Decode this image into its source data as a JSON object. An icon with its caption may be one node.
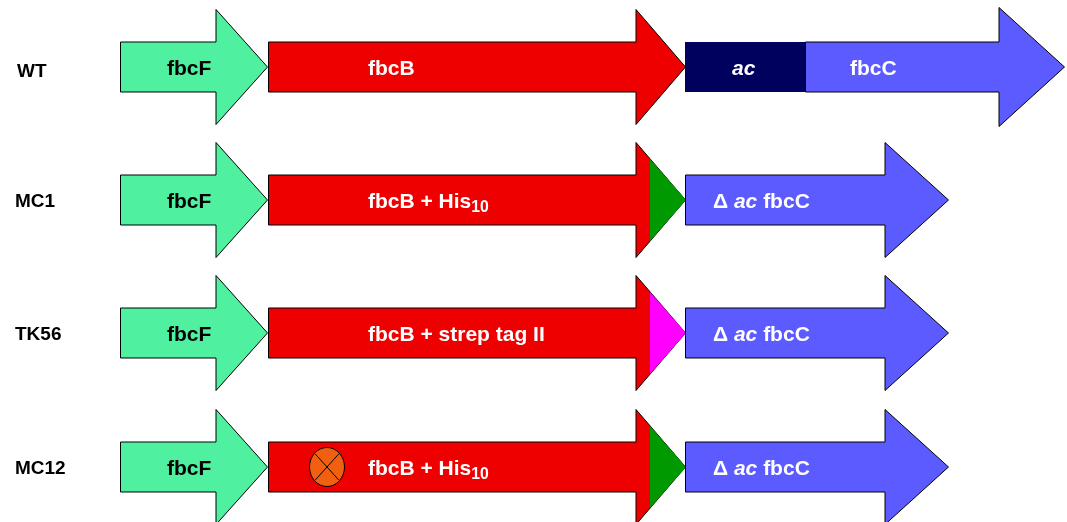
{
  "diagram": {
    "nodes": [
      {
        "text": [
          "fbcF"
        ]
      },
      {
        "text": [
          "fbcB"
        ]
      },
      {
        "text": [
          "ac"
        ]
      },
      {
        "text": [
          "fbcC"
        ]
      },
      {
        "text": [
          "fbcF"
        ]
      },
      {
        "text": [
          "fbcB + His$_{10}$"
        ]
      },
      {
        "text": [],
        "shape": "triangle",
        "in": 5
      },
      {
        "text": [
          "Δ *ac* fbcC"
        ]
      },
      {
        "text": [
          "fbcF"
        ]
      },
      {
        "text": [
          "fbcB + strep tag II"
        ]
      },
      {
        "text": [],
        "shape": "triangle",
        "in": 9
      },
      {
        "text": [
          "Δ *ac* fbcC"
        ]
      },
      {
        "text": [
          "fbcF"
        ]
      },
      {
        "text": [
          "fbcB + His$_{10}$"
        ]
      },
      {
        "text": [],
        "shape": "circle",
        "in": 13
      },
      {
        "text": [],
        "shape": "triangle",
        "in": 13
      },
      {
        "text": [
          "Δ *ac* fbcC"
        ]
      }
    ],
    "labels": [
      "WT",
      "MC1",
      "TK56",
      "MC12"
    ]
  }
}
